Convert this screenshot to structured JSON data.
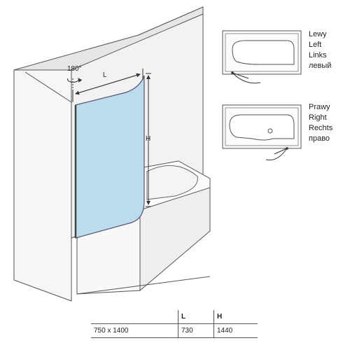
{
  "drawing": {
    "rotation_label": "180°",
    "width_symbol": "L",
    "height_symbol": "H",
    "glass_color": "#bcdcec",
    "wall_color": "#f2f2f2"
  },
  "variants": {
    "left": {
      "lines": [
        "Lewy",
        "Left",
        "Links",
        "левый"
      ]
    },
    "right": {
      "lines": [
        "Prawy",
        "Right",
        "Rechts",
        "право"
      ]
    }
  },
  "table": {
    "headers": [
      "",
      "L",
      "H"
    ],
    "rows": [
      [
        "750 x 1400",
        "730",
        "1440"
      ]
    ]
  }
}
